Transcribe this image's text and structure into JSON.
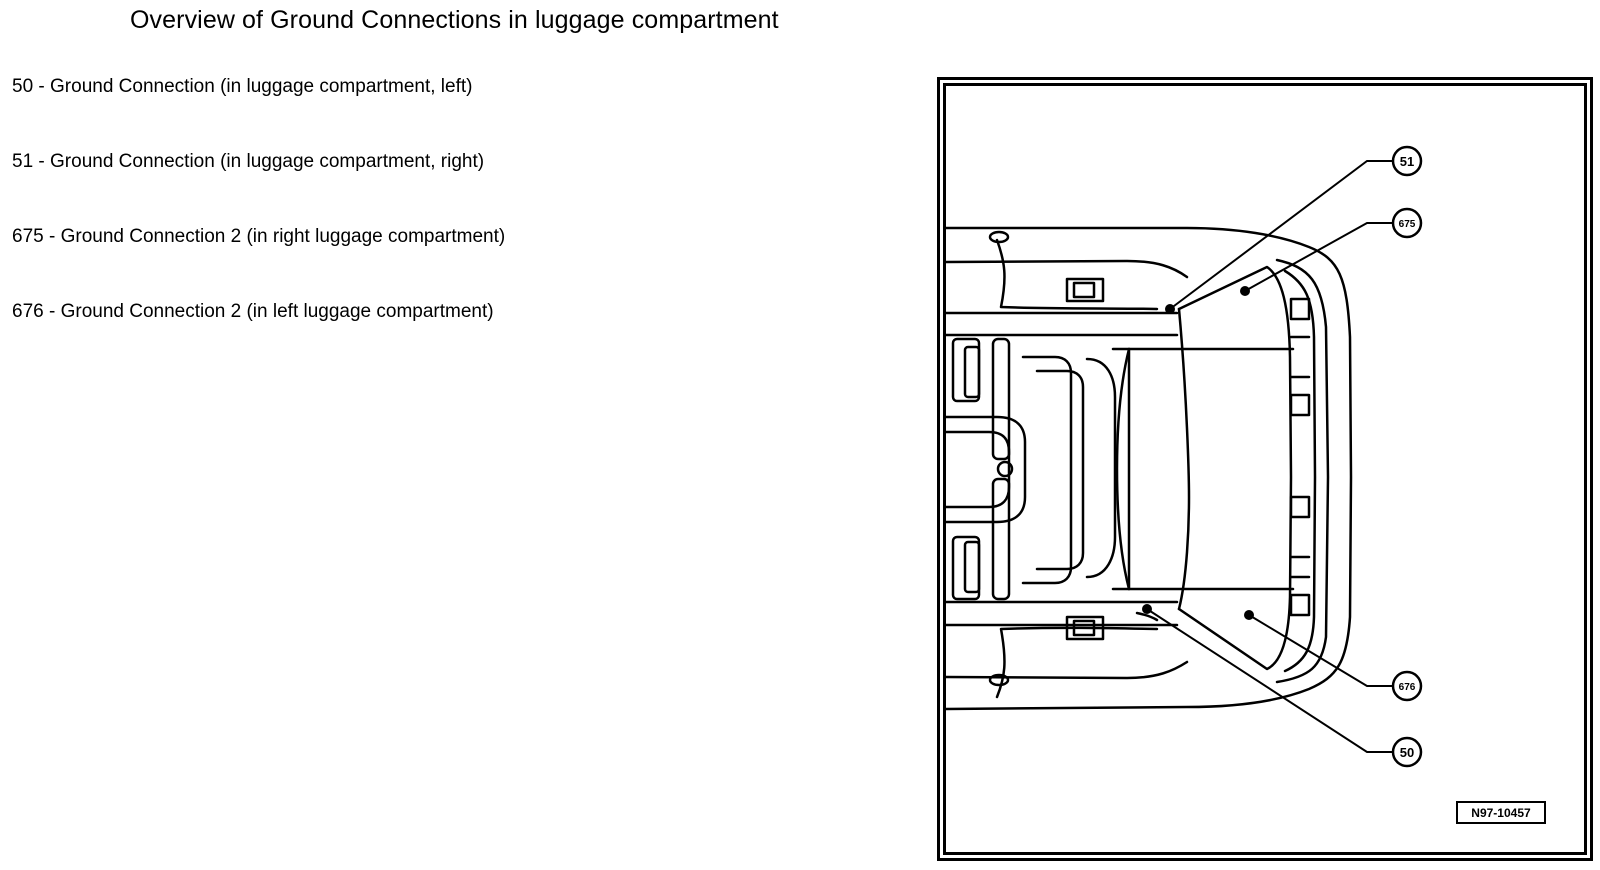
{
  "page": {
    "title": "Overview of Ground Connections in luggage compartment"
  },
  "legend": {
    "items": [
      {
        "text": "50 - Ground Connection (in luggage compartment, left)"
      },
      {
        "text": "51 - Ground Connection (in luggage compartment, right)"
      },
      {
        "text": "675 - Ground Connection 2 (in right luggage compartment)"
      },
      {
        "text": "676 - Ground Connection 2 (in left luggage compartment)"
      }
    ]
  },
  "figure": {
    "id": "N97-10457",
    "callouts": {
      "c51": "51",
      "c675": "675",
      "c676": "676",
      "c50": "50"
    }
  }
}
